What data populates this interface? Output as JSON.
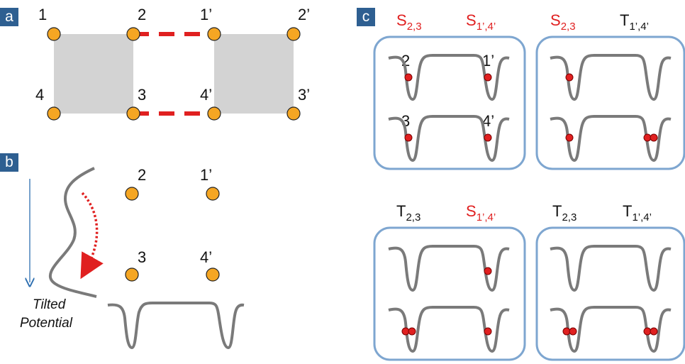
{
  "panels": {
    "a": {
      "tag": "a",
      "sites": [
        "1",
        "2",
        "1’",
        "2’",
        "4",
        "3",
        "4’",
        "3’"
      ]
    },
    "b": {
      "tag": "b",
      "sites": [
        "2",
        "1’",
        "3",
        "4’"
      ],
      "caption_line1": "Tilted",
      "caption_line2": "Potential"
    },
    "c": {
      "tag": "c",
      "boxes": [
        {
          "left_main": "S",
          "left_sub": "2,3",
          "left_color": "#e02020",
          "right_main": "S",
          "right_sub": "1’,4’",
          "right_color": "#e02020",
          "top_labels": [
            "2",
            "1’"
          ],
          "bottom_labels": [
            "3",
            "4’"
          ]
        },
        {
          "left_main": "S",
          "left_sub": "2,3",
          "left_color": "#e02020",
          "right_main": "T",
          "right_sub": "1’,4’",
          "right_color": "#111111"
        },
        {
          "left_main": "T",
          "left_sub": "2,3",
          "left_color": "#111111",
          "right_main": "S",
          "right_sub": "1’,4’",
          "right_color": "#e02020"
        },
        {
          "left_main": "T",
          "left_sub": "2,3",
          "left_color": "#111111",
          "right_main": "T",
          "right_sub": "1’,4’",
          "right_color": "#111111"
        }
      ]
    }
  },
  "colors": {
    "site": "#f5a623",
    "link": "#e02020",
    "plaquette": "#d3d3d3",
    "box": "#7ea6d0",
    "curve": "#7a7a7a",
    "particle": "#e02020",
    "arrow": "#2e6fb0",
    "tag": "#2e5f91"
  }
}
